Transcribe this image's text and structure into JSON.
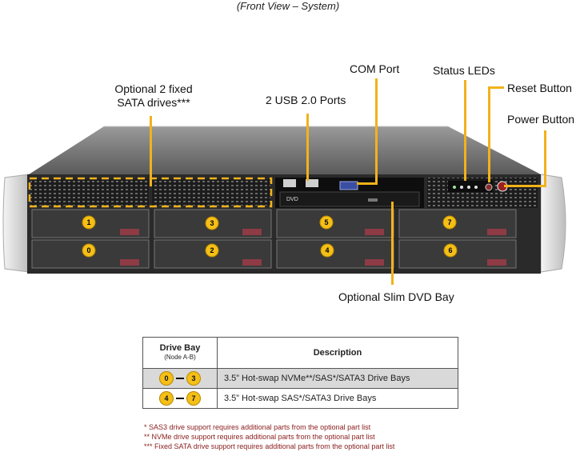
{
  "caption": "(Front View – System)",
  "callouts": {
    "optional_fixed_sata_line1": "Optional 2 fixed",
    "optional_fixed_sata_line2": "SATA drives***",
    "usb_ports": "2 USB 2.0 Ports",
    "com_port": "COM Port",
    "status_leds": "Status LEDs",
    "reset_button": "Reset Button",
    "power_button": "Power Button",
    "slim_dvd_bay": "Optional Slim DVD Bay"
  },
  "chassis": {
    "dvd_label": "DVD",
    "bays": [
      {
        "number": "1",
        "row": "top"
      },
      {
        "number": "3",
        "row": "top"
      },
      {
        "number": "5",
        "row": "top"
      },
      {
        "number": "7",
        "row": "top"
      },
      {
        "number": "0",
        "row": "bottom"
      },
      {
        "number": "2",
        "row": "bottom"
      },
      {
        "number": "4",
        "row": "bottom"
      },
      {
        "number": "6",
        "row": "bottom"
      }
    ]
  },
  "drive_table": {
    "header_bay": "Drive Bay",
    "header_bay_sub": "(Node A-B)",
    "header_desc": "Description",
    "rows": [
      {
        "from": "0",
        "to": "3",
        "desc": "3.5” Hot-swap NVMe**/SAS*/SATA3 Drive  Bays",
        "shaded": true
      },
      {
        "from": "4",
        "to": "7",
        "desc": "3.5” Hot-swap SAS*/SATA3 Drive  Bays",
        "shaded": false
      }
    ]
  },
  "footnotes": [
    "* SAS3 drive support requires additional parts from the optional part list",
    "** NVMe drive support requires additional parts from the optional part list",
    "*** Fixed SATA drive support requires additional parts from the optional part list"
  ],
  "colors": {
    "accent": "#f2b21b",
    "badge": "#f5bf17",
    "footnote": "#8a1c1c",
    "chassis_dark": "#2a2a2a"
  }
}
